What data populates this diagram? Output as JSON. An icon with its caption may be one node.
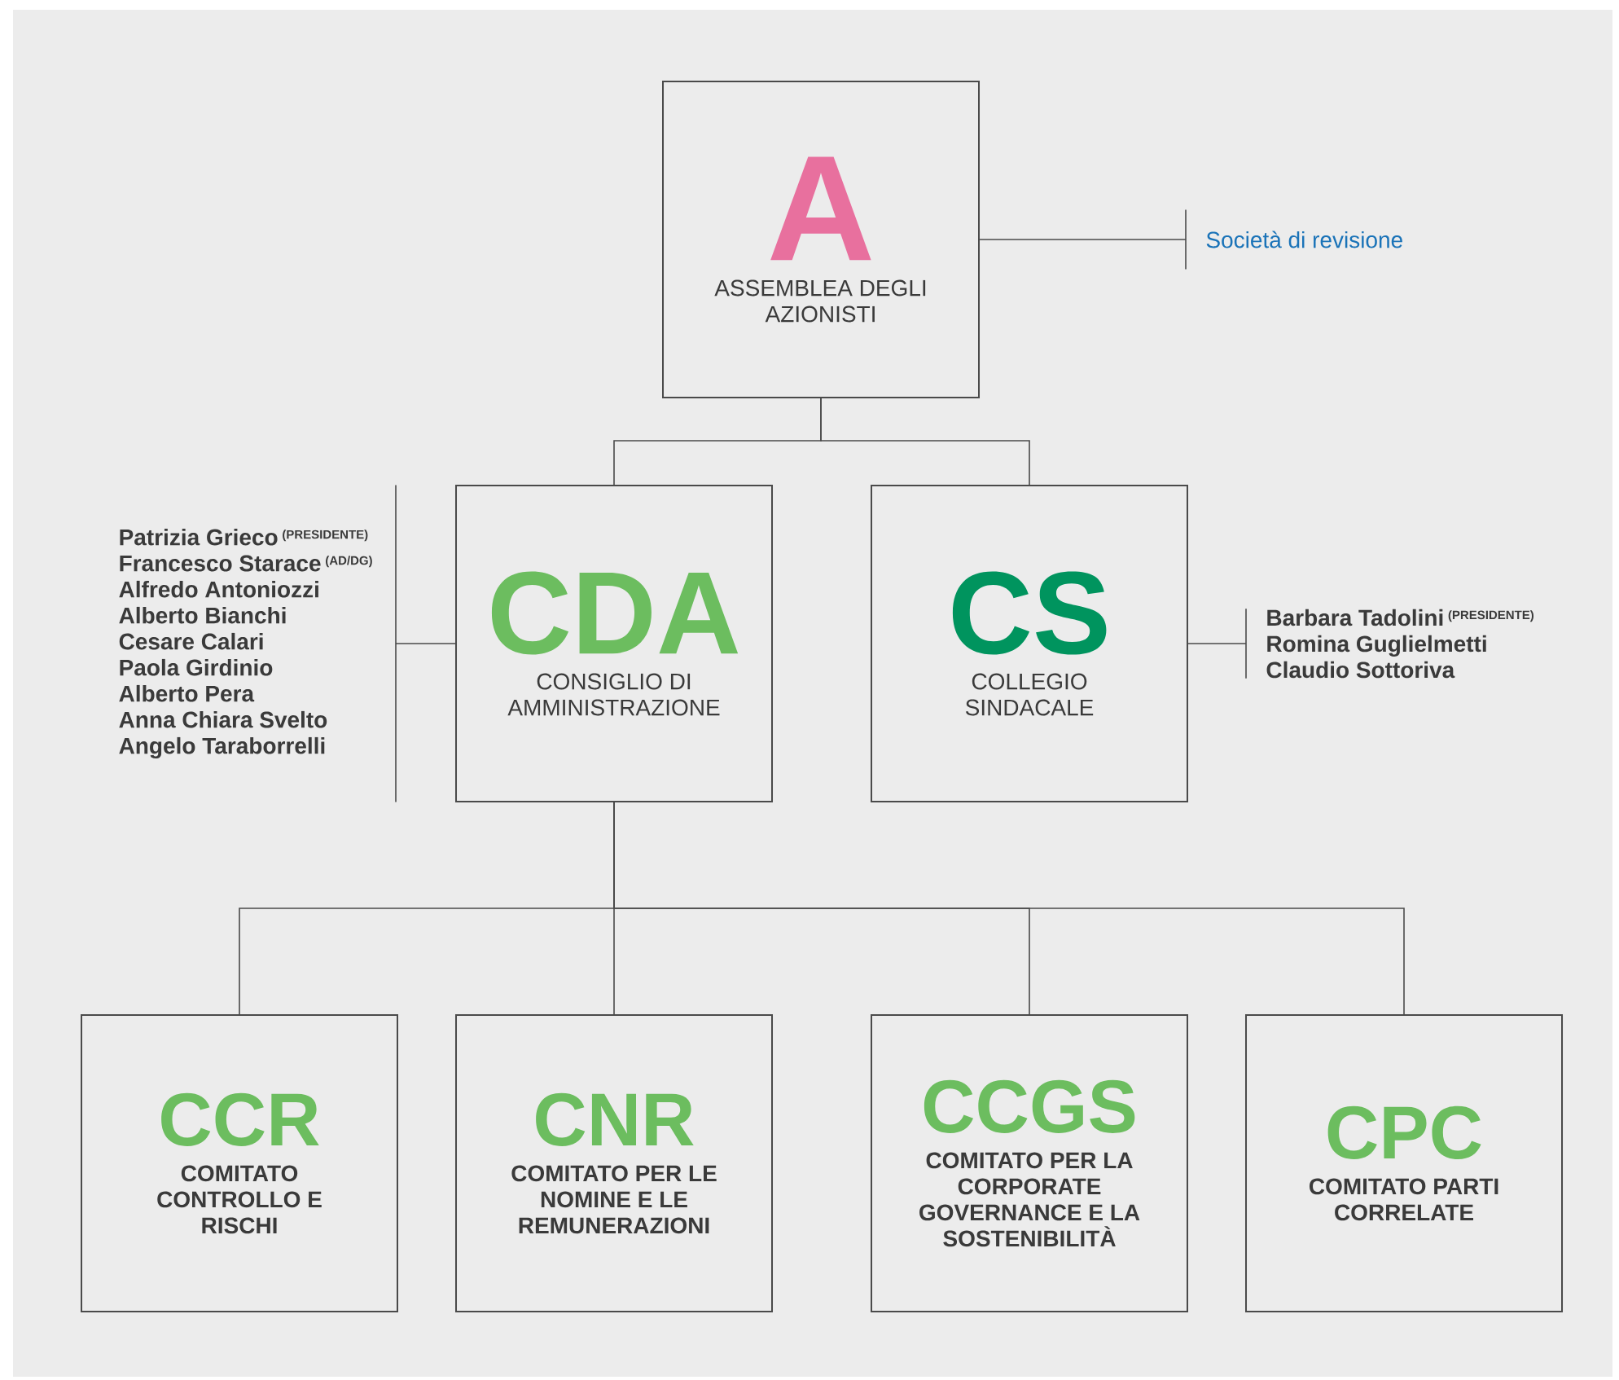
{
  "diagram": {
    "nodes": [
      {
        "text": [
          "A",
          "ASSEMBLEA DEGLI AZIONISTI"
        ]
      },
      {
        "text": [
          "CDA",
          "CONSIGLIO DI AMMINISTRAZIONE"
        ]
      },
      {
        "text": [
          "CS",
          "COLLEGIO SINDACALE"
        ]
      },
      {
        "text": [
          "CCR",
          "COMITATO CONTROLLO E RISCHI"
        ]
      },
      {
        "text": [
          "CNR",
          "COMITATO PER LE NOMINE E LE REMUNERAZIONI"
        ]
      },
      {
        "text": [
          "CCGS",
          "COMITATO PER LA CORPORATE GOVERNANCE E LA SOSTENIBILITÀ"
        ]
      },
      {
        "text": [
          "CPC",
          "COMITATO PARTI CORRELATE"
        ]
      },
      {
        "text": [
          "Società di revisione"
        ]
      },
      {
        "text": [
          "Patrizia Grieco",
          "(PRESIDENTE)",
          "Francesco Starace",
          "(AD/DG)",
          "Alfredo Antoniozzi",
          "Alberto Bianchi",
          "Cesare Calari",
          "Paola Girdinio",
          "Alberto Pera",
          "Anna Chiara Svelto",
          "Angelo Taraborrelli"
        ]
      },
      {
        "text": [
          "Barbara Tadolini",
          "(PRESIDENTE)",
          "Romina Guglielmetti",
          "Claudio Sottoriva"
        ]
      }
    ],
    "edges": [
      {
        "from": 0,
        "to": 1,
        "arrow": "none"
      },
      {
        "from": 0,
        "to": 2,
        "arrow": "none"
      },
      {
        "from": 1,
        "to": 3,
        "arrow": "none"
      },
      {
        "from": 1,
        "to": 4,
        "arrow": "none"
      },
      {
        "from": 1,
        "to": 5,
        "arrow": "none"
      },
      {
        "from": 1,
        "to": 6,
        "arrow": "none"
      },
      {
        "from": 0,
        "to": 7,
        "arrow": "none"
      },
      {
        "from": 1,
        "to": 8,
        "arrow": "none"
      },
      {
        "from": 2,
        "to": 9,
        "arrow": "none"
      }
    ]
  }
}
